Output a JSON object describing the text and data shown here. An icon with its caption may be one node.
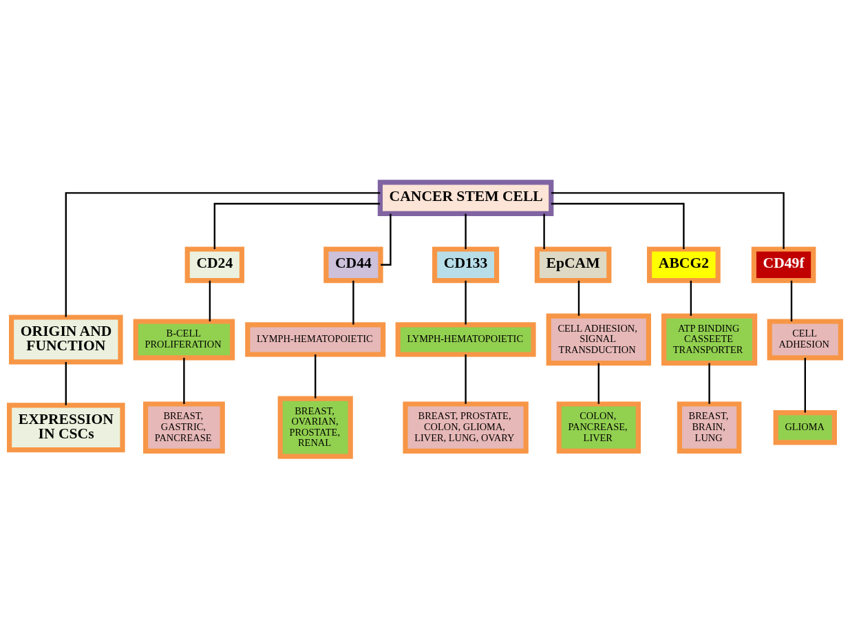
{
  "diagram": {
    "nodes": [
      {
        "text": [
          "CANCER STEM CELL"
        ]
      },
      {
        "text": [
          "ORIGIN AND FUNCTION"
        ]
      },
      {
        "text": [
          "CD24"
        ]
      },
      {
        "text": [
          "CD44"
        ]
      },
      {
        "text": [
          "CD133"
        ]
      },
      {
        "text": [
          "EpCAM"
        ]
      },
      {
        "text": [
          "ABCG2"
        ]
      },
      {
        "text": [
          "CD49f"
        ]
      },
      {
        "text": [
          "B-CELL PROLIFERATION"
        ]
      },
      {
        "text": [
          "LYMPH-HEMATOPOIETIC"
        ]
      },
      {
        "text": [
          "LYMPH-HEMATOPOIETIC"
        ]
      },
      {
        "text": [
          "CELL ADHESION, SIGNAL TRANSDUCTION"
        ]
      },
      {
        "text": [
          "ATP BINDING CASSEETE TRANSPORTER"
        ]
      },
      {
        "text": [
          "CELL ADHESION"
        ]
      },
      {
        "text": [
          "EXPRESSION IN CSCs"
        ]
      },
      {
        "text": [
          "BREAST, GASTRIC, PANCREASE"
        ]
      },
      {
        "text": [
          "BREAST, OVARIAN, PROSTATE, RENAL"
        ]
      },
      {
        "text": [
          "BREAST, PROSTATE, COLON, GLIOMA, LIVER, LUNG, OVARY"
        ]
      },
      {
        "text": [
          "COLON, PANCREASE, LIVER"
        ]
      },
      {
        "text": [
          "BREAST, BRAIN, LUNG"
        ]
      },
      {
        "text": [
          "GLIOMA"
        ]
      }
    ],
    "edges": [
      {
        "from": 0,
        "to": 1,
        "arrow": "none"
      },
      {
        "from": 0,
        "to": 2,
        "arrow": "none"
      },
      {
        "from": 0,
        "to": 3,
        "arrow": "none"
      },
      {
        "from": 0,
        "to": 4,
        "arrow": "none"
      },
      {
        "from": 0,
        "to": 5,
        "arrow": "none"
      },
      {
        "from": 0,
        "to": 6,
        "arrow": "none"
      },
      {
        "from": 0,
        "to": 7,
        "arrow": "none"
      },
      {
        "from": 1,
        "to": 14,
        "arrow": "none"
      },
      {
        "from": 2,
        "to": 8,
        "arrow": "none"
      },
      {
        "from": 3,
        "to": 9,
        "arrow": "none"
      },
      {
        "from": 4,
        "to": 10,
        "arrow": "none"
      },
      {
        "from": 5,
        "to": 11,
        "arrow": "none"
      },
      {
        "from": 6,
        "to": 12,
        "arrow": "none"
      },
      {
        "from": 7,
        "to": 13,
        "arrow": "none"
      },
      {
        "from": 8,
        "to": 15,
        "arrow": "none"
      },
      {
        "from": 9,
        "to": 16,
        "arrow": "none"
      },
      {
        "from": 10,
        "to": 17,
        "arrow": "none"
      },
      {
        "from": 11,
        "to": 18,
        "arrow": "none"
      },
      {
        "from": 12,
        "to": 19,
        "arrow": "none"
      },
      {
        "from": 13,
        "to": 20,
        "arrow": "none"
      }
    ]
  }
}
